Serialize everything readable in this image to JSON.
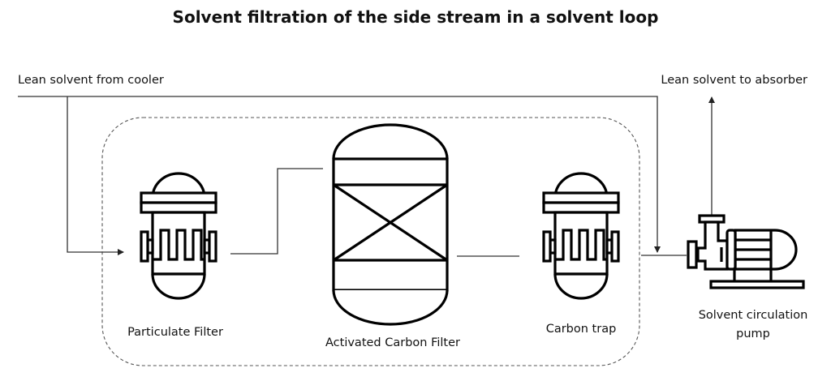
{
  "diagram": {
    "title": "Solvent filtration of the side stream in a solvent loop",
    "streams": {
      "inlet": "Lean solvent from cooler",
      "outlet": "Lean solvent to absorber"
    },
    "equipment": [
      {
        "id": "particulate-filter",
        "label": "Particulate Filter",
        "icon": "cartridge-filter-icon"
      },
      {
        "id": "activated-carbon-filter",
        "label": "Activated Carbon Filter",
        "icon": "packed-bed-vessel-icon"
      },
      {
        "id": "carbon-trap",
        "label": "Carbon trap",
        "icon": "cartridge-filter-icon"
      },
      {
        "id": "pump",
        "label_line1": "Solvent circulation",
        "label_line2": "pump",
        "icon": "centrifugal-pump-icon"
      }
    ],
    "boundary": {
      "label": "",
      "style": "dashed rounded box enclosing filtration side stream"
    }
  }
}
